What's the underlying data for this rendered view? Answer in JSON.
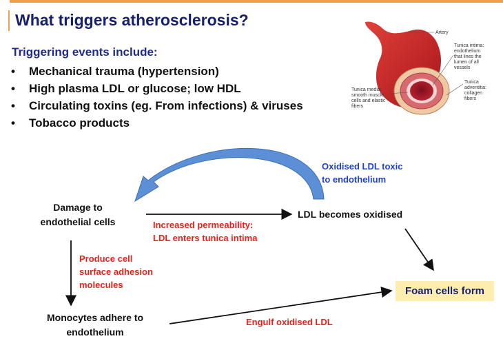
{
  "title": "What triggers atherosclerosis?",
  "subheading": "Triggering events include:",
  "bullets": [
    "Mechanical trauma (hypertension)",
    "High plasma LDL or glucose; low HDL",
    "Circulating toxins (eg. From infections) & viruses",
    "Tobacco products"
  ],
  "bullet_glyph": "•",
  "illustration": {
    "artery": "Artery",
    "intima": [
      "Tunica intima:",
      "endothelium",
      "that lines the",
      "lumen of all",
      "vessels"
    ],
    "media": [
      "Tunica media:",
      "smooth muscle",
      "cells and elastic",
      "fibers"
    ],
    "adventitia": [
      "Tunica",
      "adventitia:",
      "collagen",
      "fibers"
    ]
  },
  "diagram": {
    "damage": [
      "Damage to",
      "endothelial cells"
    ],
    "ldl_oxidised": "LDL becomes oxidised",
    "monocytes": [
      "Monocytes adhere to",
      "endothelium"
    ],
    "foam": "Foam cells form",
    "permeability": [
      "Increased permeability:",
      "LDL enters tunica intima"
    ],
    "adhesion": [
      "Produce cell",
      "surface adhesion",
      "molecules"
    ],
    "toxic": [
      "Oxidised LDL toxic",
      "to endothelium"
    ],
    "engulf": "Engulf oxidised LDL"
  },
  "colors": {
    "title": "#17216b",
    "accent_line": "#f0a04b",
    "red_text": "#e8221b",
    "blue_text": "#1f3fd1",
    "foam_fill": "#fdeeb0",
    "curved_arrow": "#5b8fd6",
    "artery": "#c8201e"
  }
}
